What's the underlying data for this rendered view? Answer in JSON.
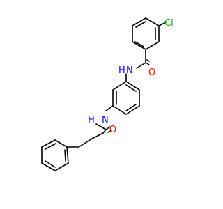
{
  "colors": {
    "background": "#ffffff",
    "bond": "#000000",
    "carbon": "#000000",
    "nitrogen": "#0000ff",
    "oxygen": "#ff0000",
    "chlorine": "#00b300"
  },
  "atoms": [
    {
      "id": "cl",
      "label": "Cl",
      "element": "chlorine"
    },
    {
      "id": "o1",
      "label": "O",
      "element": "oxygen"
    },
    {
      "id": "n1",
      "label": "N",
      "element": "nitrogen"
    },
    {
      "id": "h1",
      "label": "H",
      "element": "nitrogen"
    },
    {
      "id": "n2",
      "label": "N",
      "element": "nitrogen"
    },
    {
      "id": "h2",
      "label": "H",
      "element": "nitrogen"
    },
    {
      "id": "o2",
      "label": "O",
      "element": "oxygen"
    }
  ]
}
